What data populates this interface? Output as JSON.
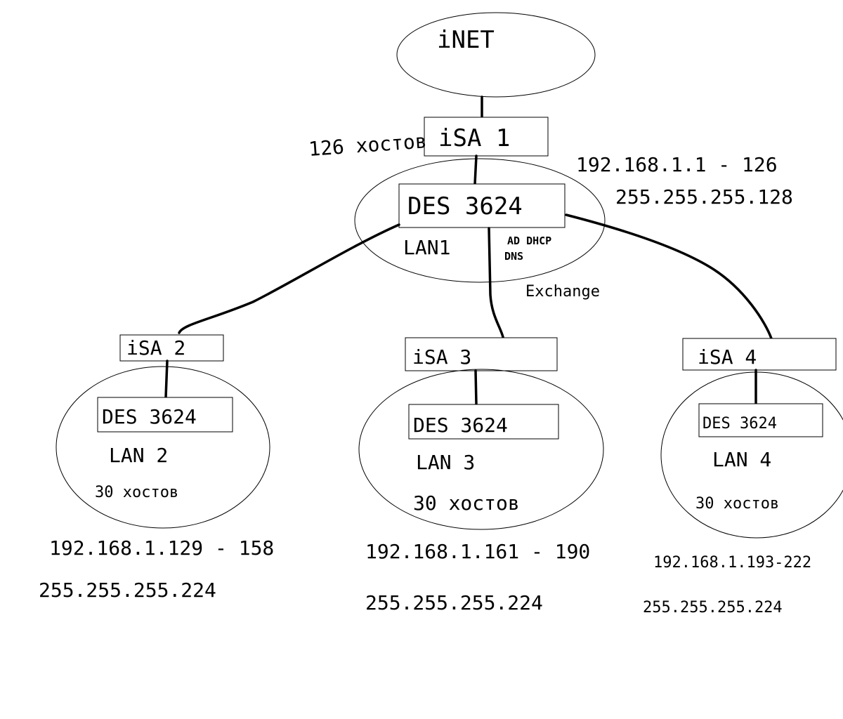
{
  "internet": {
    "label": "iNET"
  },
  "core": {
    "router_label": "iSA 1",
    "switch_label": "DES 3624",
    "lan_label": "LAN1",
    "hosts_label": "126 хостов",
    "services_line1": "AD DHCP",
    "services_line2": "DNS",
    "exchange_label": "Exchange",
    "ip_range": "192.168.1.1 - 126",
    "netmask": "255.255.255.128"
  },
  "branches": [
    {
      "router_label": "iSA 2",
      "switch_label": "DES 3624",
      "lan_label": "LAN 2",
      "hosts_label": "30 хостов",
      "ip_range": "192.168.1.129 - 158",
      "netmask": "255.255.255.224"
    },
    {
      "router_label": "iSA 3",
      "switch_label": "DES 3624",
      "lan_label": "LAN 3",
      "hosts_label": "30 хостов",
      "ip_range": "192.168.1.161 - 190",
      "netmask": "255.255.255.224"
    },
    {
      "router_label": "iSA 4",
      "switch_label": "DES 3624",
      "lan_label": "LAN 4",
      "hosts_label": "30 хостов",
      "ip_range": "192.168.1.193-222",
      "netmask": "255.255.255.224"
    }
  ]
}
